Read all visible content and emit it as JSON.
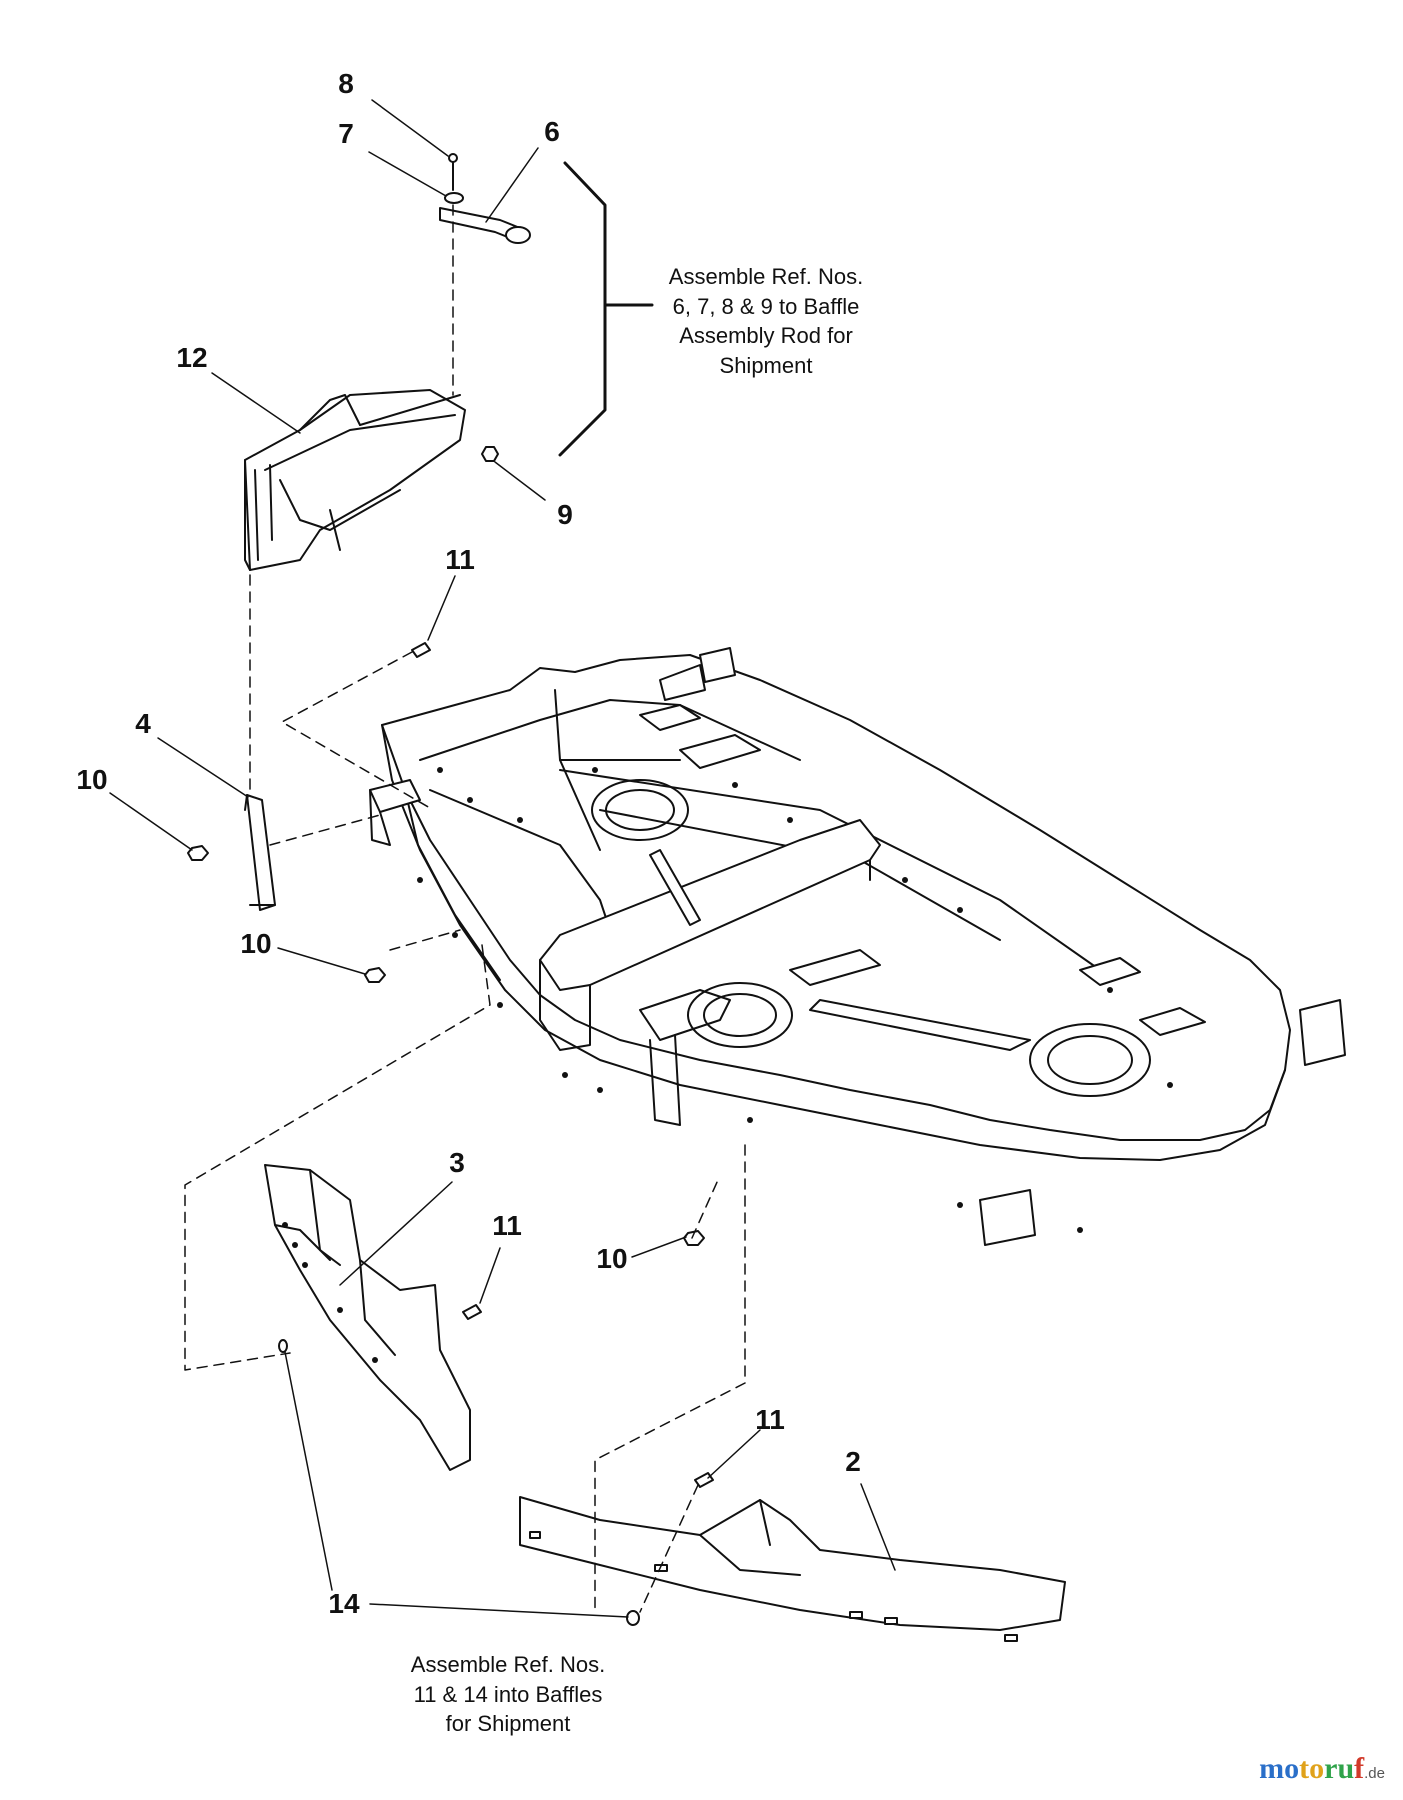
{
  "callouts": {
    "c8": "8",
    "c7": "7",
    "c6": "6",
    "c12": "12",
    "c9": "9",
    "c11_top": "11",
    "c4": "4",
    "c10_left": "10",
    "c10_mid": "10",
    "c3": "3",
    "c11_mid": "11",
    "c10_right": "10",
    "c11_bottom": "11",
    "c2": "2",
    "c14": "14"
  },
  "notes": {
    "top": [
      "Assemble Ref. Nos.",
      "6, 7, 8 & 9 to Baffle",
      "Assembly Rod for",
      "Shipment"
    ],
    "bottom": [
      "Assemble Ref. Nos.",
      "11 & 14 into Baffles",
      "for Shipment"
    ]
  },
  "logo": {
    "parts": [
      "mo",
      "to",
      "ru",
      "f"
    ],
    "tld": ".de"
  }
}
